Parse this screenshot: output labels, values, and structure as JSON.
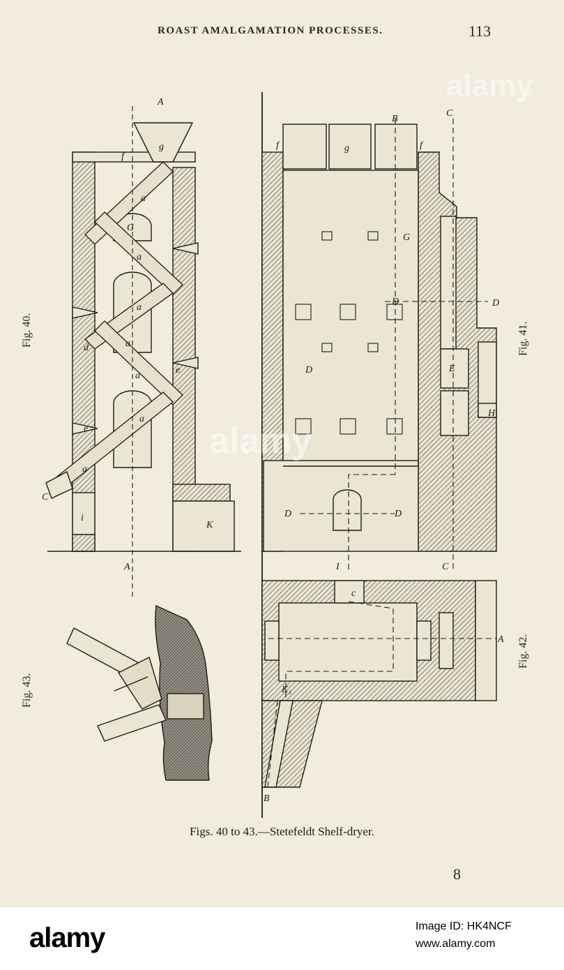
{
  "header": {
    "running_title": "ROAST AMALGAMATION PROCESSES.",
    "page_number": "113"
  },
  "figures": {
    "fig40": "Fig. 40.",
    "fig41": "Fig. 41.",
    "fig42": "Fig. 42.",
    "fig43": "Fig. 43.",
    "caption": "Figs. 40 to 43.—Stetefeldt Shelf-dryer."
  },
  "signature": "8",
  "labels": {
    "A": "A",
    "g": "g",
    "f": "f",
    "a": "a",
    "G": "G",
    "e": "e",
    "d": "d",
    "C": "C",
    "i": "i",
    "K": "K",
    "B": "B",
    "D": "D",
    "E": "E",
    "H": "H",
    "I": "I",
    "c": "c",
    "K1": "K₁"
  },
  "watermark": {
    "text": "alamy"
  },
  "footer": {
    "logo": "alamy",
    "stock_id": "Image ID: HK4NCF",
    "domain": "www.alamy.com"
  }
}
